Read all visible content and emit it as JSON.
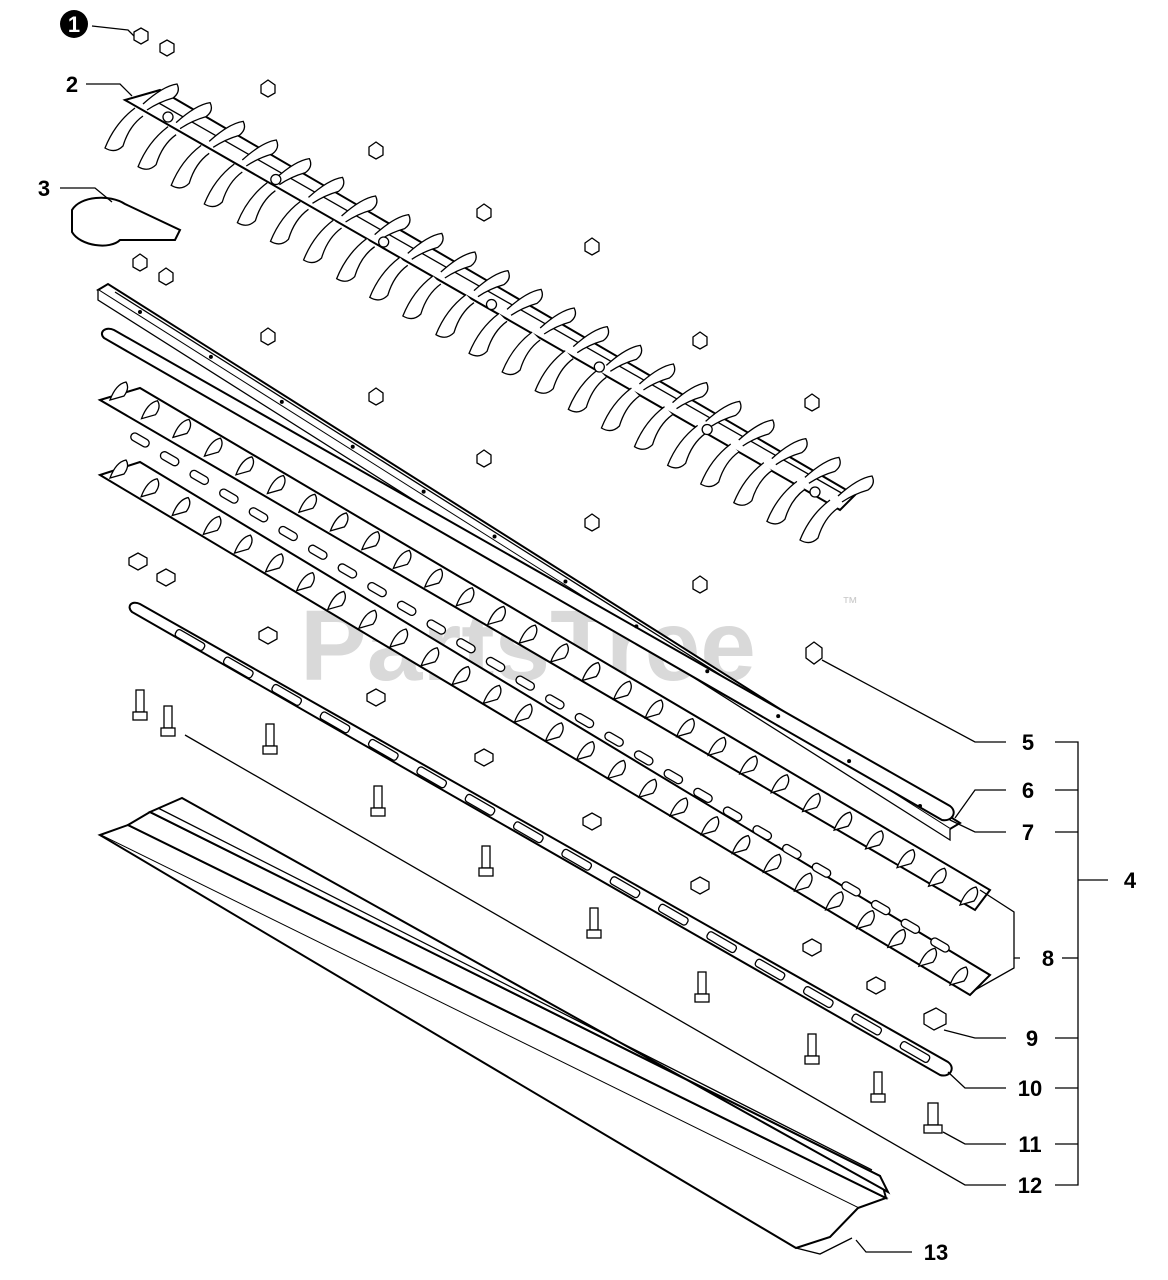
{
  "diagram": {
    "watermark": "PartsTree",
    "watermark_tm": "™",
    "callouts": [
      {
        "id": "1",
        "label": "1",
        "highlighted": true
      },
      {
        "id": "2",
        "label": "2"
      },
      {
        "id": "3",
        "label": "3"
      },
      {
        "id": "4",
        "label": "4"
      },
      {
        "id": "5",
        "label": "5"
      },
      {
        "id": "6",
        "label": "6"
      },
      {
        "id": "7",
        "label": "7"
      },
      {
        "id": "8",
        "label": "8"
      },
      {
        "id": "9",
        "label": "9"
      },
      {
        "id": "10",
        "label": "10"
      },
      {
        "id": "11",
        "label": "11"
      },
      {
        "id": "12",
        "label": "12"
      },
      {
        "id": "13",
        "label": "13"
      }
    ],
    "colors": {
      "line": "#000000",
      "background": "#ffffff",
      "watermark": "#d9d9d9",
      "badge": "#000000"
    }
  }
}
